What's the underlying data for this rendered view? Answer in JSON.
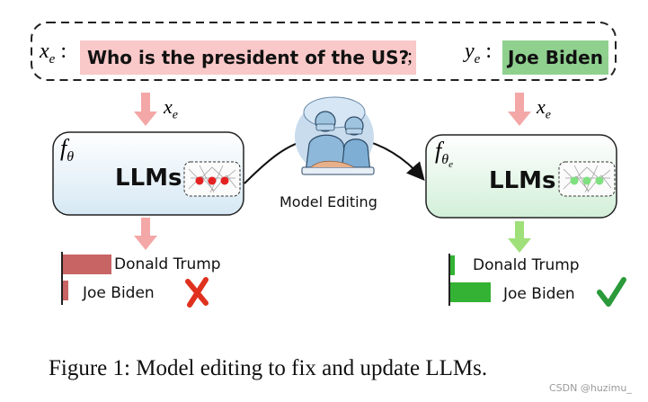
{
  "input": {
    "x_var": "x",
    "x_sub": "e",
    "question": "Who is the president of the US?",
    "y_var": "y",
    "y_sub": "e",
    "answer": "Joe Biden"
  },
  "left_model": {
    "func": "f",
    "param": "θ",
    "label": "LLMs",
    "input_var": "x",
    "input_sub": "e"
  },
  "right_model": {
    "func": "f",
    "param": "θ",
    "param_sub": "e",
    "label": "LLMs",
    "input_var": "x",
    "input_sub": "e"
  },
  "editing": {
    "label": "Model Editing",
    "icon": "surgeons-icon"
  },
  "left_bars": [
    {
      "label": "Donald Trump",
      "value": 0.9
    },
    {
      "label": "Joe Biden",
      "value": 0.1
    }
  ],
  "right_bars": [
    {
      "label": "Donald Trump",
      "value": 0.1
    },
    {
      "label": "Joe Biden",
      "value": 0.9
    }
  ],
  "marks": {
    "wrong": "cross-icon",
    "right": "check-icon"
  },
  "colors": {
    "question_bg": "#f9c8c8",
    "answer_bg": "#8fd08f",
    "wrong_bar": "#c86464",
    "right_bar": "#33b233",
    "wrong_arrow": "#f4a7a7",
    "right_arrow": "#9fe07a",
    "cross": "#e0301e",
    "check": "#2a9a3a"
  },
  "caption": "Figure 1: Model editing to fix and update LLMs.",
  "watermark": "CSDN @huzimu_"
}
